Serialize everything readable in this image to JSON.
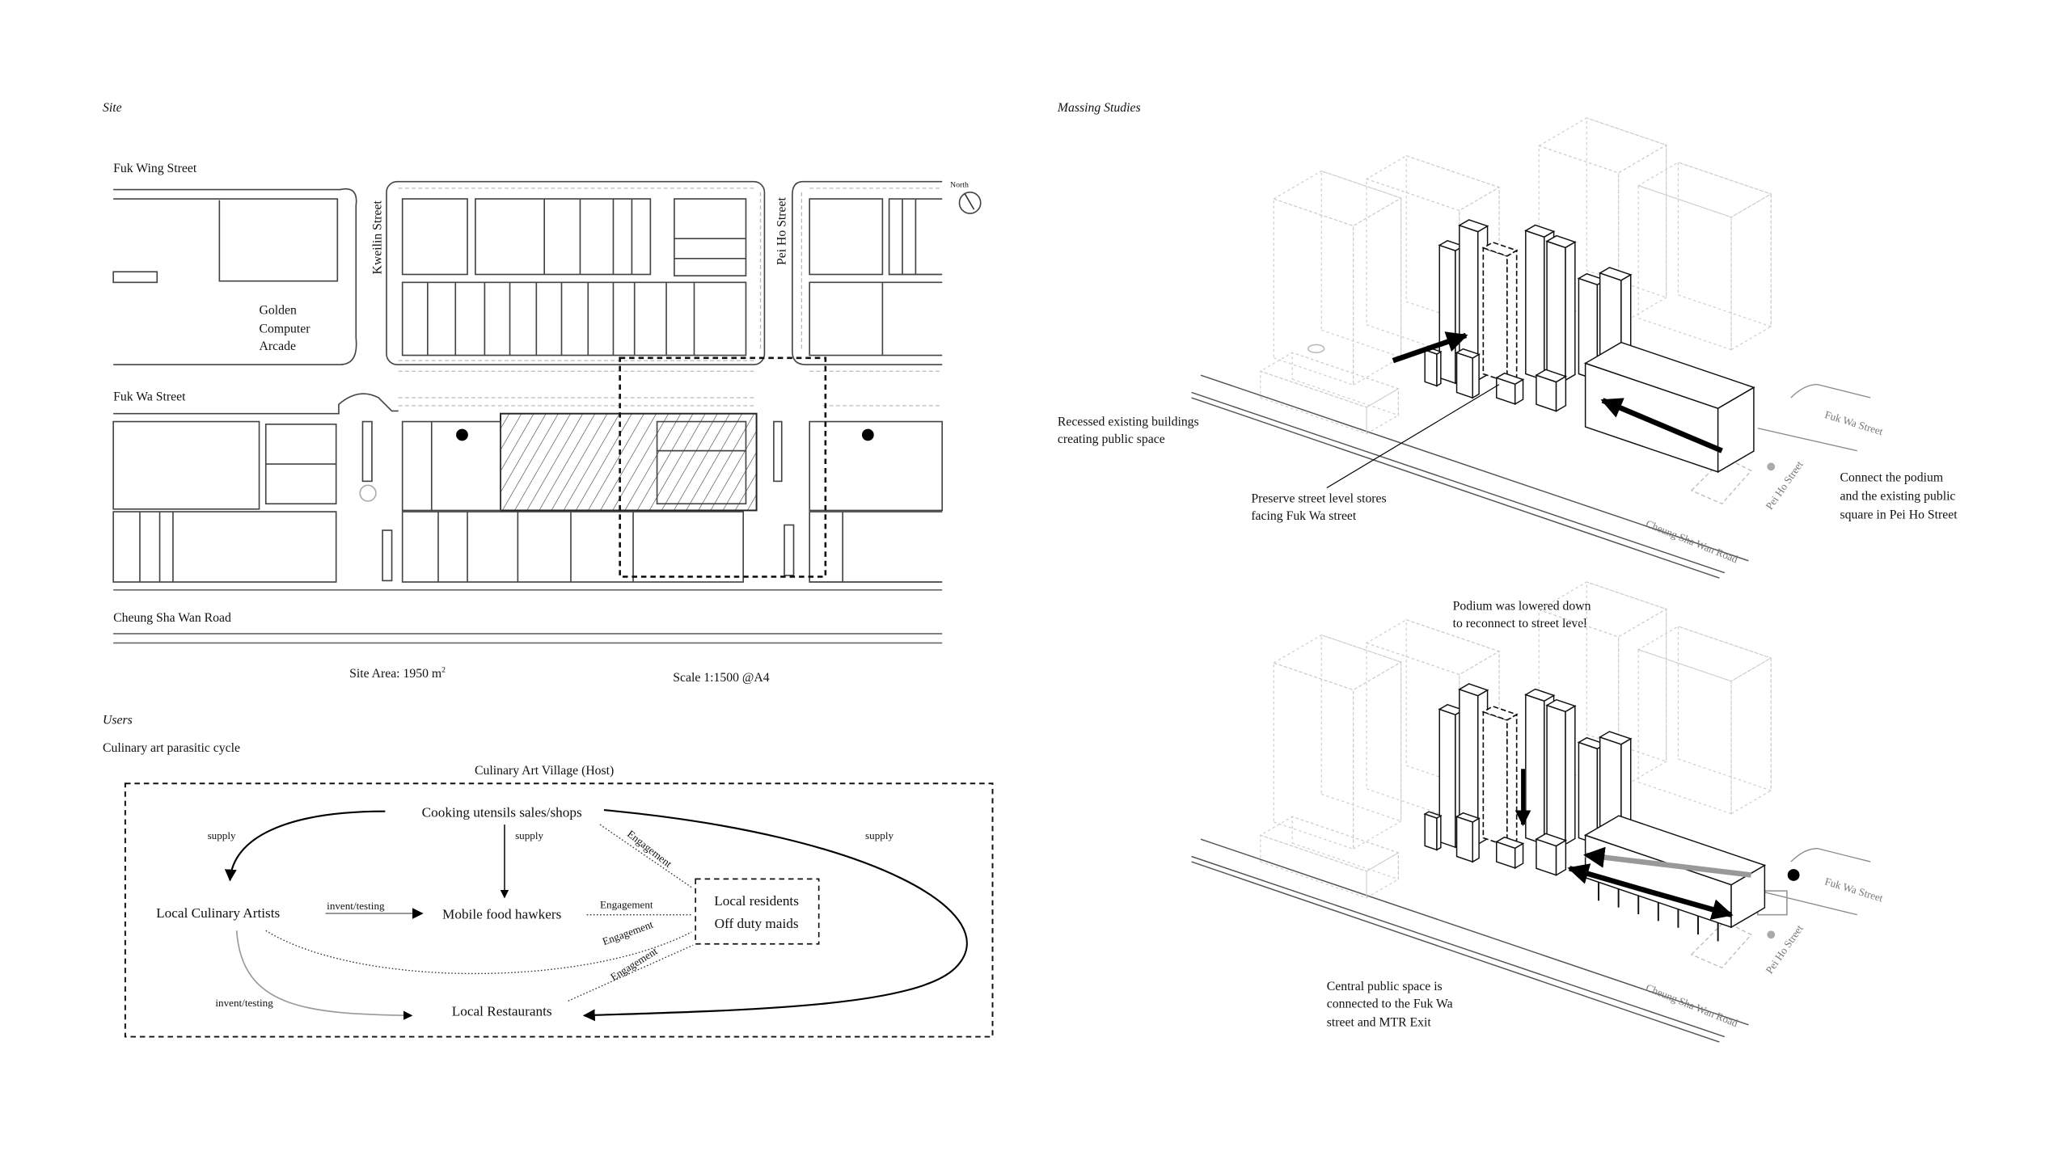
{
  "site": {
    "heading": "Site",
    "streets": {
      "fuk_wing": "Fuk Wing Street",
      "kweilin": "Kweilin Street",
      "pei_ho": "Pei Ho Street",
      "fuk_wa": "Fuk Wa Street",
      "cheung_sha_wan": "Cheung Sha Wan Road"
    },
    "north_label": "North",
    "landmark": [
      "Golden",
      "Computer",
      "Arcade"
    ],
    "site_area_label": "Site Area: 1950 m",
    "site_area_sup": "2",
    "scale_label": "Scale 1:1500 @A4"
  },
  "users": {
    "heading": "Users",
    "subtitle": "Culinary art parasitic cycle",
    "host_label": "Culinary Art Village (Host)",
    "nodes": {
      "cooking": "Cooking utensils sales/shops",
      "artists": "Local Culinary Artists",
      "hawkers": "Mobile food hawkers",
      "residents": "Local residents",
      "maids": "Off duty maids",
      "restaurants": "Local Restaurants"
    },
    "edges": {
      "supply_left": "supply",
      "supply_mid": "supply",
      "supply_right": "supply",
      "invent_mid": "invent/testing",
      "invent_low": "invent/testing",
      "engage_1": "Engagement",
      "engage_2": "Engagement",
      "engage_3": "Engagement",
      "engage_4": "Engagement"
    }
  },
  "massing": {
    "heading": "Massing Studies",
    "study1": {
      "note_left": [
        "Recessed existing buildings",
        "creating public space"
      ],
      "note_mid": [
        "Preserve street level stores",
        "facing Fuk Wa street"
      ],
      "note_right": [
        "Connect the podium",
        "and the existing public",
        "square in Pei Ho Street"
      ],
      "street_fuk_wa": "Fuk Wa Street",
      "street_pei_ho": "Pei Ho Street",
      "street_csw": "Cheung Sha Wan Road"
    },
    "between_note": [
      "Podium was lowered down",
      "to reconnect to street level"
    ],
    "study2": {
      "note_left": [
        "Central public space is",
        "connected to the Fuk Wa",
        "street and MTR Exit"
      ],
      "street_fuk_wa": "Fuk Wa Street",
      "street_pei_ho": "Pei Ho Street",
      "street_csw": "Cheung Sha Wan Road"
    }
  }
}
